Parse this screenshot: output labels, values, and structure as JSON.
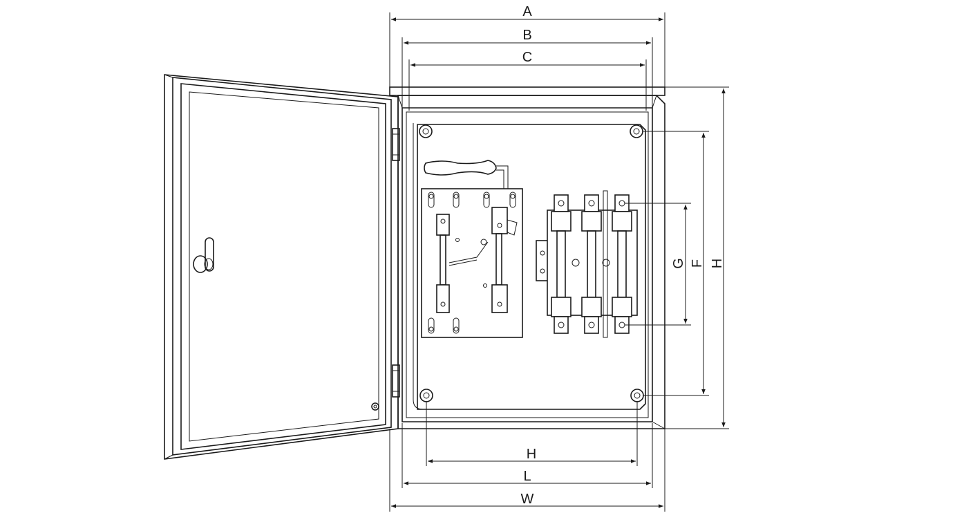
{
  "labels": {
    "A": "A",
    "B": "B",
    "C": "C",
    "H_right": "H",
    "F": "F",
    "G": "G",
    "H_bottom": "H",
    "L": "L",
    "W": "W"
  }
}
